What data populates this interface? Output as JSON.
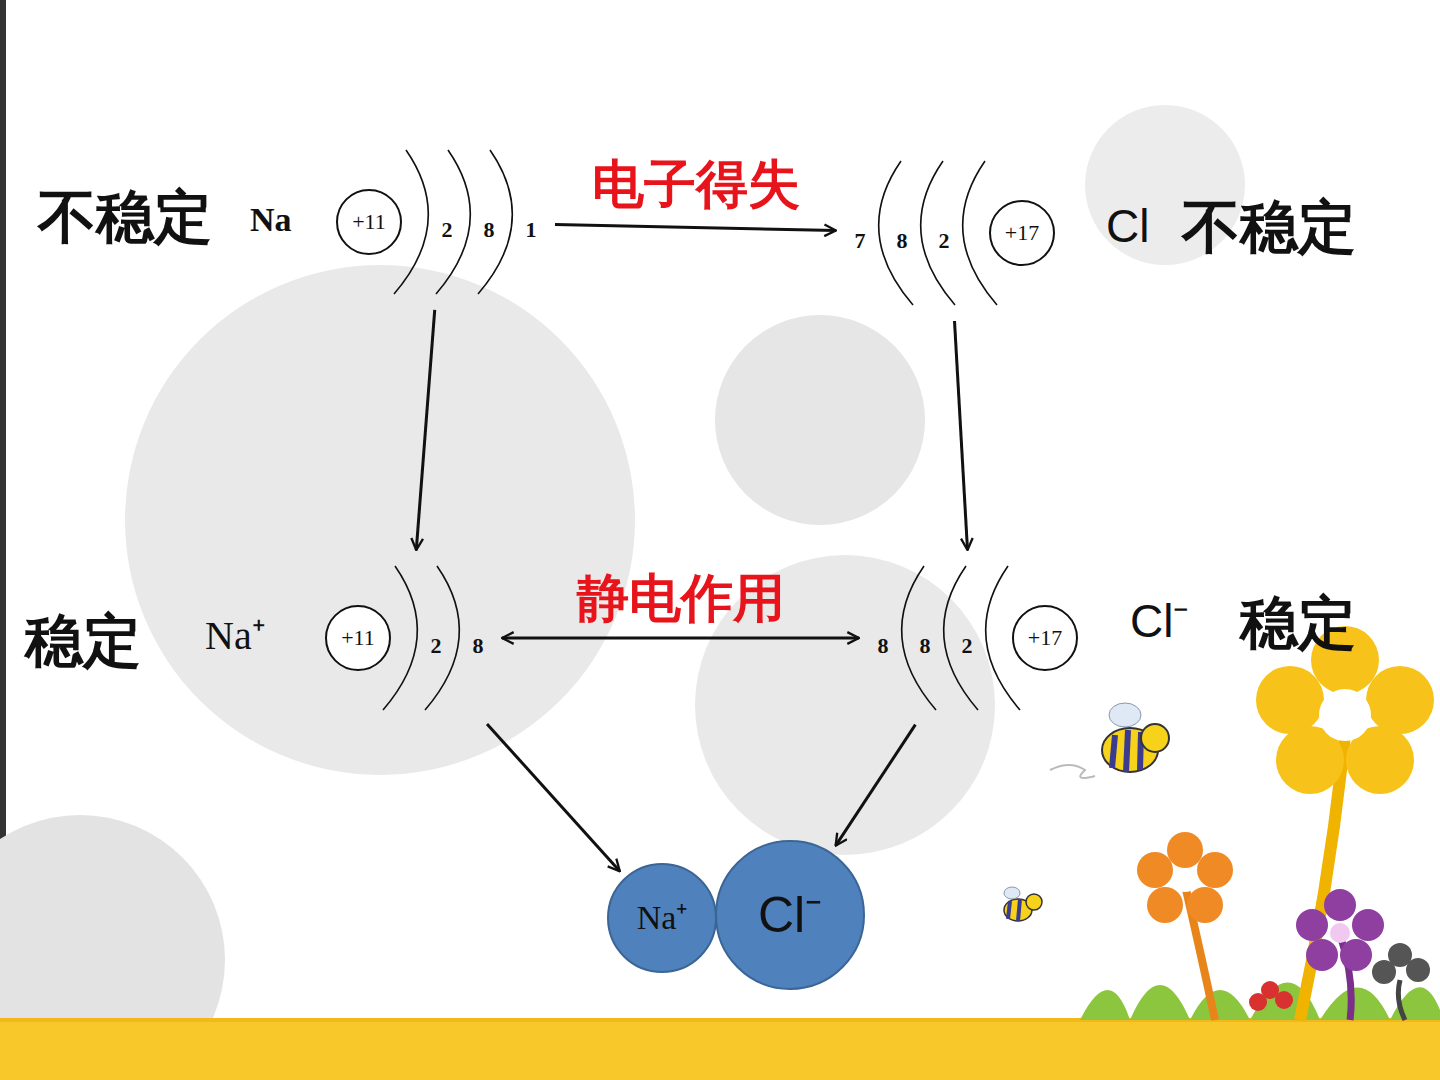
{
  "diagram": {
    "nodes": [
      {
        "text": [
          "2",
          "8",
          "1"
        ]
      },
      {
        "text": [
          "+11"
        ],
        "in": 0
      },
      {
        "text": [
          "7",
          "8",
          "2"
        ]
      },
      {
        "text": [
          "+17"
        ],
        "in": 2
      },
      {
        "text": [
          "2",
          "8"
        ]
      },
      {
        "text": [
          "+11"
        ],
        "in": 4
      },
      {
        "text": [
          "8",
          "8",
          "2"
        ]
      },
      {
        "text": [
          "+17"
        ],
        "in": 6
      },
      {
        "text": [
          "Na⁺"
        ]
      },
      {
        "text": [
          "Cl⁻"
        ]
      }
    ],
    "edges": [
      {
        "from": 0,
        "to": 2,
        "label": "电子得失",
        "arrow": "to"
      },
      {
        "from": 0,
        "to": 4,
        "arrow": "to"
      },
      {
        "from": 2,
        "to": 6,
        "arrow": "to"
      },
      {
        "from": 4,
        "to": 6,
        "label": "静电作用",
        "arrow": "both"
      },
      {
        "from": 4,
        "to": 8,
        "arrow": "to"
      },
      {
        "from": 6,
        "to": 9,
        "arrow": "to"
      }
    ],
    "labels": [
      "不稳定",
      "Na",
      "Cl",
      "不稳定",
      "稳定",
      "Na⁺",
      "Cl⁻",
      "稳定"
    ]
  }
}
